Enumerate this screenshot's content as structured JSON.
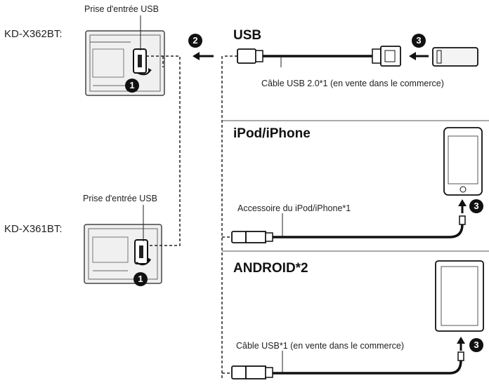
{
  "units": {
    "top": {
      "model": "KD-X362BT:",
      "port_label": "Prise d'entrée USB"
    },
    "bottom": {
      "model": "KD-X361BT:",
      "port_label": "Prise d'entrée USB"
    }
  },
  "steps": {
    "one": "1",
    "two": "2",
    "three": "3"
  },
  "sections": {
    "usb": {
      "title": "USB",
      "cable_label": "Câble USB 2.0*1 (en vente dans le commerce)"
    },
    "ipod": {
      "title": "iPod/iPhone",
      "accessory_label": "Accessoire du iPod/iPhone*1"
    },
    "android": {
      "title": "ANDROID*2",
      "cable_label": "Câble USB*1 (en vente dans le commerce)"
    }
  }
}
